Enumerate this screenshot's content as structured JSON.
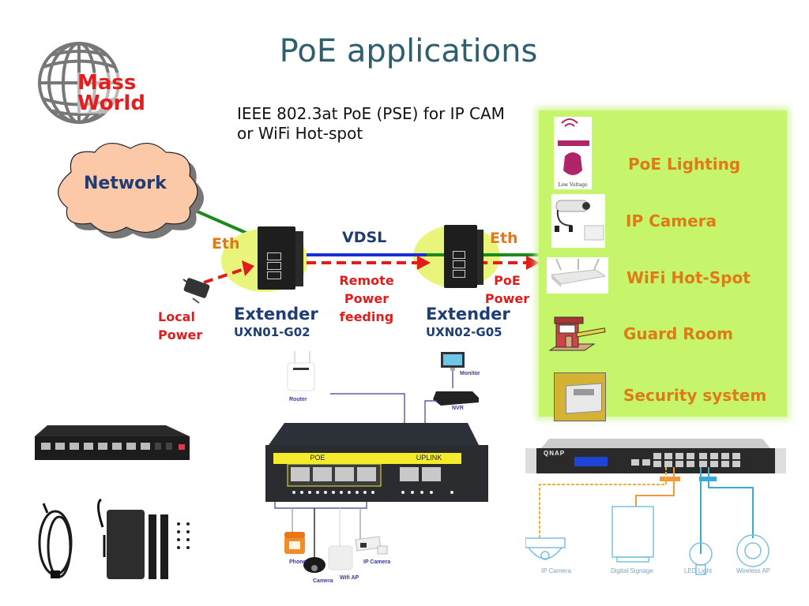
{
  "title": "PoE applications",
  "subtitle": [
    "IEEE 802.3at PoE (PSE) for IP CAM",
    "or WiFi Hot-spot"
  ],
  "logo": {
    "line1": "Mass",
    "line2": "World",
    "icon": "globe-icon"
  },
  "network": {
    "label": "Network"
  },
  "links": {
    "eth_left": "Eth",
    "vdsl": "VDSL",
    "eth_right": "Eth",
    "local_power": [
      "Local",
      "Power"
    ],
    "remote_power": [
      "Remote",
      "Power",
      "feeding"
    ],
    "poe_power": [
      "PoE",
      "Power"
    ]
  },
  "extenders": [
    {
      "label": "Extender",
      "model": "UXN01-G02"
    },
    {
      "label": "Extender",
      "model": "UXN02-G05"
    }
  ],
  "applications": [
    {
      "label": "PoE Lighting",
      "icon": "poe-lighting-icon",
      "caption": "Low Voltage"
    },
    {
      "label": "IP Camera",
      "icon": "ip-camera-icon"
    },
    {
      "label": "WiFi Hot-Spot",
      "icon": "wifi-router-icon"
    },
    {
      "label": "Guard Room",
      "icon": "guard-room-icon"
    },
    {
      "label": "Security system",
      "icon": "security-system-icon"
    }
  ],
  "poe_switch": {
    "poe_label": "POE",
    "uplink_label": "UPLINK",
    "top_devices": [
      "Router",
      "Monitor",
      "NVR"
    ],
    "bottom_devices": [
      "Phone",
      "Camera",
      "Wifi AP",
      "IP Camera"
    ]
  },
  "qnap": {
    "brand": "QNAP",
    "devices": [
      "IP Camera",
      "Digital Signage",
      "LED Light",
      "Wireless AP"
    ]
  },
  "colors": {
    "title": "#2d5f6e",
    "eth_line": "#1a8a1a",
    "vdsl_line": "#1a2fd6",
    "power_arrow": "#e01c1c",
    "panel": "#c6f56b",
    "app_label": "#e07a17"
  }
}
